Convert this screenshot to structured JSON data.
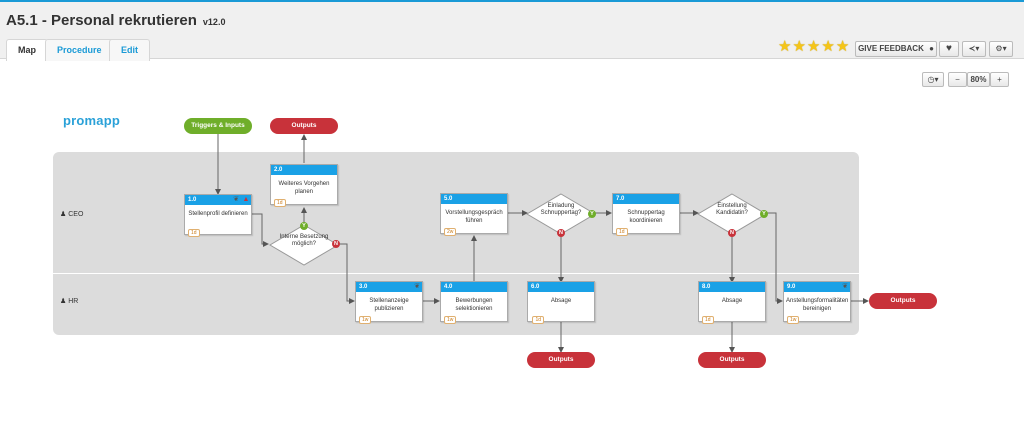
{
  "header": {
    "title": "A5.1 - Personal rekrutieren",
    "version": "v12.0",
    "tabs": [
      {
        "label": "Map"
      },
      {
        "label": "Procedure"
      },
      {
        "label": "Edit"
      }
    ],
    "rating": {
      "stars": 5
    },
    "feedback_label": "GIVE FEEDBACK"
  },
  "toolbar": {
    "zoom_level": "80%"
  },
  "logo_text": "promapp",
  "lanes": [
    {
      "label": "CEO"
    },
    {
      "label": "HR"
    }
  ],
  "triggers_label": "Triggers & Inputs",
  "outputs_label": "Outputs",
  "activities": [
    {
      "num": "1.0",
      "text": "Stellenprofil definieren",
      "dur": "1d"
    },
    {
      "num": "2.0",
      "text": "Weiteres Vorgehen planen",
      "dur": "1d"
    },
    {
      "num": "3.0",
      "text": "Stellenanzeige publizieren",
      "dur": "1w"
    },
    {
      "num": "4.0",
      "text": "Bewerbungen selektionieren",
      "dur": "1w"
    },
    {
      "num": "5.0",
      "text": "Vorstellungsgespräch führen",
      "dur": "2w"
    },
    {
      "num": "6.0",
      "text": "Absage",
      "dur": "1d"
    },
    {
      "num": "7.0",
      "text": "Schnuppertag koordinieren",
      "dur": "1d"
    },
    {
      "num": "8.0",
      "text": "Absage",
      "dur": "1d"
    },
    {
      "num": "9.0",
      "text": "Anstellungsformalitäten bereinigen",
      "dur": "1w"
    }
  ],
  "decisions": [
    {
      "text": "Interne Besetzung möglich?"
    },
    {
      "text": "Einladung Schnuppertag?"
    },
    {
      "text": "Einstellung Kandidatin?"
    }
  ],
  "yes_label": "Y",
  "no_label": "N",
  "colors": {
    "accent": "#1a9ad6",
    "activity_header": "#1aa1e6",
    "trigger": "#6fae2a",
    "output": "#c8323a",
    "star": "#f5c518"
  }
}
